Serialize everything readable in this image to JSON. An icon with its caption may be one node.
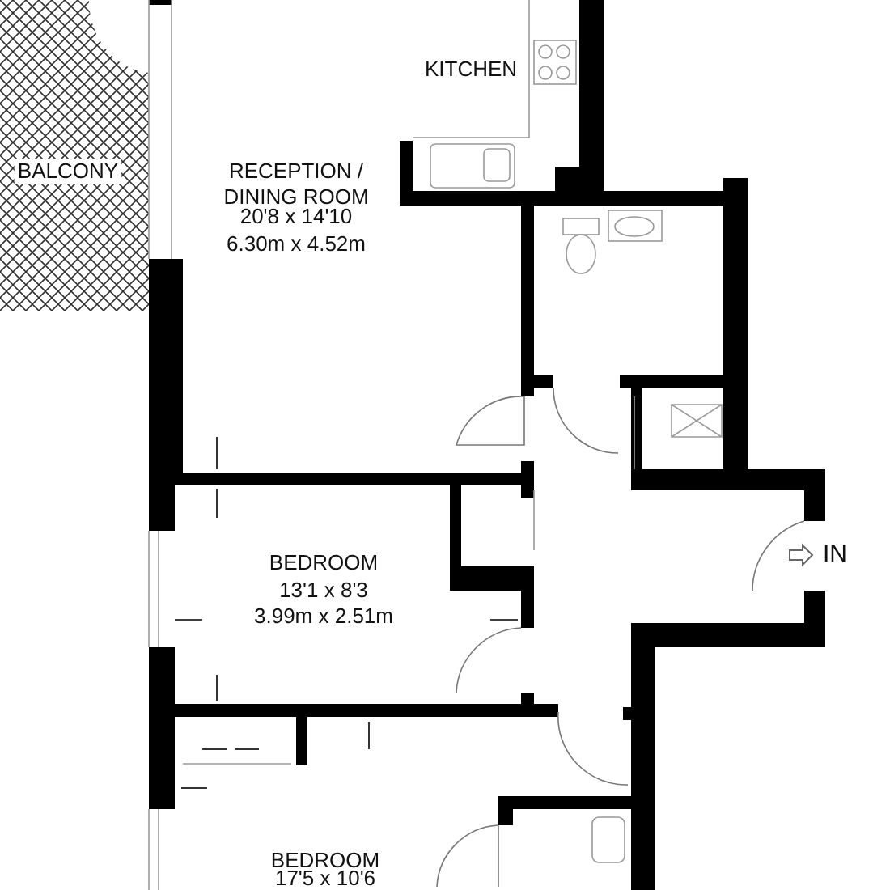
{
  "diagram": {
    "labels": [
      "KITCHEN",
      "BALCONY",
      "RECEPTION / DINING ROOM",
      "20'8 x 14'10",
      "6.30m x 4.52m",
      "BEDROOM",
      "13'1 x 8'3",
      "3.99m x 2.51m",
      "IN",
      "BEDROOM",
      "17'5 x 10'6"
    ]
  }
}
